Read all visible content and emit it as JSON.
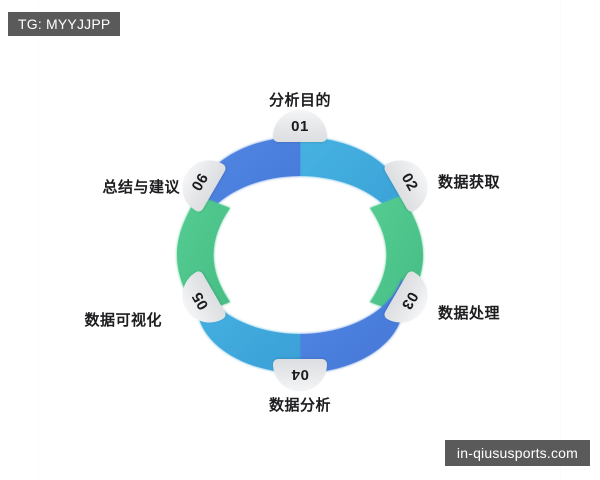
{
  "watermarks": {
    "top_left": "TG: MYYJJPP",
    "bottom_right": "in-qiususports.com"
  },
  "diagram": {
    "type": "hexagonal-cycle-infographic",
    "segment_count": 6,
    "background": "#ffffff",
    "label_color": "#1d1d20",
    "badge_text_color": "#1b1b1e",
    "badge_fill_top": "#f4f5f6",
    "badge_fill_bottom": "#dcdee1",
    "colors": {
      "light_blue": "#3fa9dd",
      "blue": "#4b7fde",
      "green": "#4ec48a"
    },
    "steps": [
      {
        "number": "01",
        "label": "分析目的",
        "color": "#3fa9dd",
        "color_name": "light-blue"
      },
      {
        "number": "02",
        "label": "数据获取",
        "color": "#4ec48a",
        "color_name": "green"
      },
      {
        "number": "03",
        "label": "数据处理",
        "color": "#4b7fde",
        "color_name": "blue"
      },
      {
        "number": "04",
        "label": "数据分析",
        "color": "#3fa9dd",
        "color_name": "light-blue"
      },
      {
        "number": "05",
        "label": "数据可视化",
        "color": "#4ec48a",
        "color_name": "green"
      },
      {
        "number": "06",
        "label": "总结与建议",
        "color": "#4b7fde",
        "color_name": "blue"
      }
    ]
  }
}
